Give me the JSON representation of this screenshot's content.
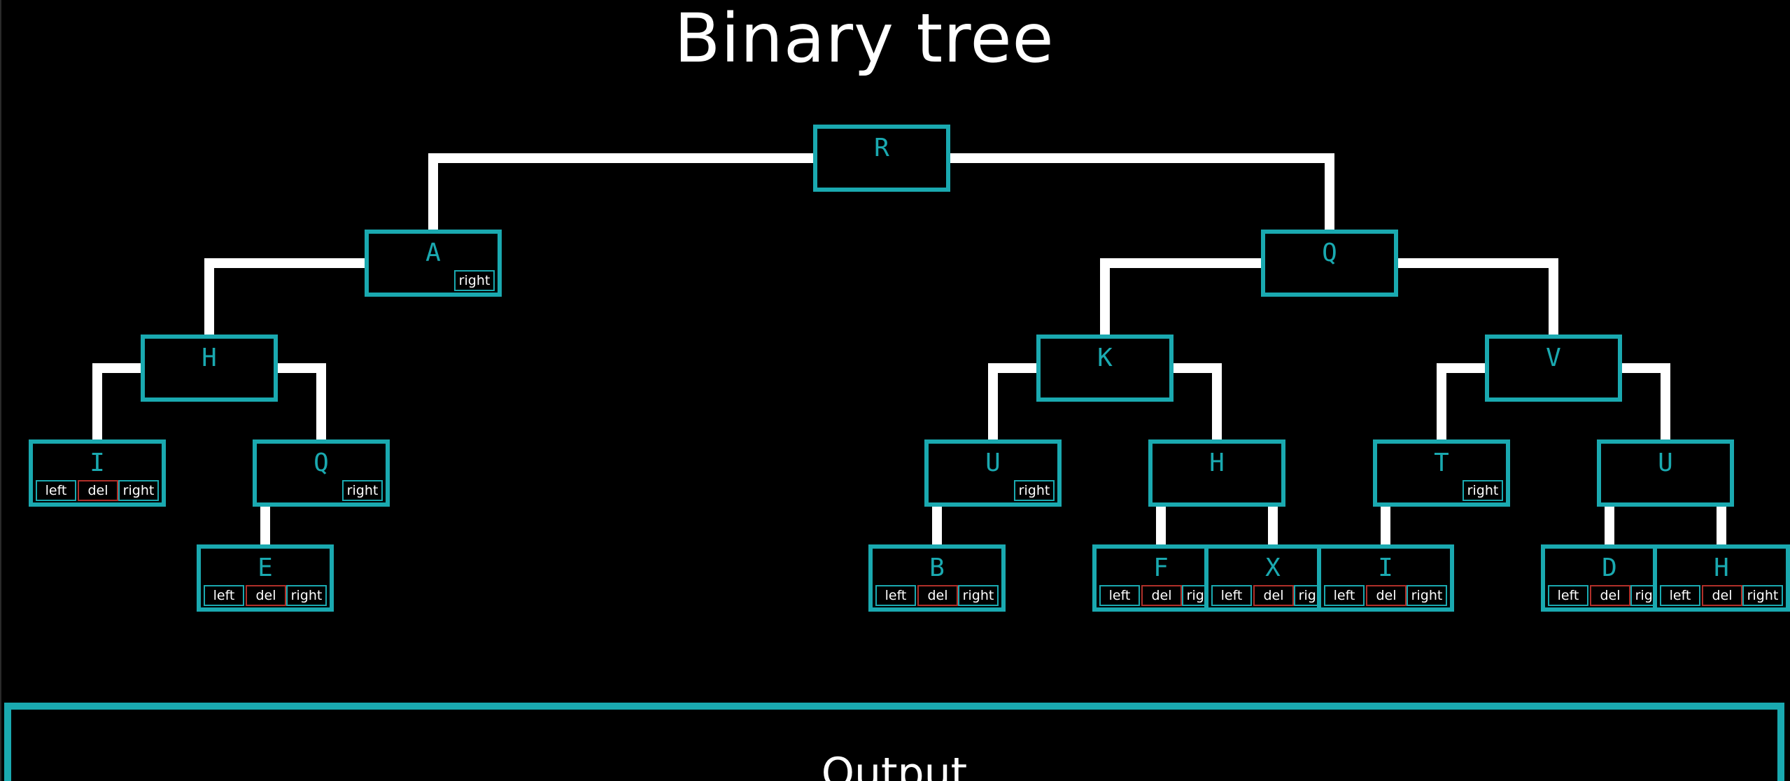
{
  "title": "Binary tree",
  "output": {
    "title": "Output"
  },
  "button_labels": {
    "left": "left",
    "del": "del",
    "right": "right"
  },
  "colors": {
    "node_border": "#1aa9b0",
    "edge": "#ffffff",
    "del_border": "#b0302a",
    "background": "#000000"
  },
  "nodes": [
    {
      "id": "n1",
      "label": "R",
      "buttons": []
    },
    {
      "id": "n2",
      "label": "A",
      "buttons": [
        "right"
      ]
    },
    {
      "id": "n3",
      "label": "Q",
      "buttons": []
    },
    {
      "id": "n4",
      "label": "H",
      "buttons": []
    },
    {
      "id": "n5",
      "label": "K",
      "buttons": []
    },
    {
      "id": "n6",
      "label": "V",
      "buttons": []
    },
    {
      "id": "n7",
      "label": "I",
      "buttons": [
        "left",
        "del",
        "right"
      ]
    },
    {
      "id": "n8",
      "label": "Q",
      "buttons": [
        "right"
      ]
    },
    {
      "id": "n9",
      "label": "U",
      "buttons": [
        "right"
      ]
    },
    {
      "id": "n10",
      "label": "H",
      "buttons": []
    },
    {
      "id": "n11",
      "label": "T",
      "buttons": [
        "right"
      ]
    },
    {
      "id": "n12",
      "label": "U",
      "buttons": []
    },
    {
      "id": "n13",
      "label": "E",
      "buttons": [
        "left",
        "del",
        "right"
      ]
    },
    {
      "id": "n14",
      "label": "B",
      "buttons": [
        "left",
        "del",
        "right"
      ]
    },
    {
      "id": "n15",
      "label": "F",
      "buttons": [
        "left",
        "del",
        "right"
      ]
    },
    {
      "id": "n16",
      "label": "X",
      "buttons": [
        "left",
        "del",
        "right"
      ]
    },
    {
      "id": "n17",
      "label": "I",
      "buttons": [
        "left",
        "del",
        "right"
      ]
    },
    {
      "id": "n18",
      "label": "D",
      "buttons": [
        "left",
        "del",
        "right"
      ]
    },
    {
      "id": "n19",
      "label": "H",
      "buttons": [
        "left",
        "del",
        "right"
      ]
    }
  ],
  "edges": [
    [
      "n1",
      "n2"
    ],
    [
      "n1",
      "n3"
    ],
    [
      "n2",
      "n4"
    ],
    [
      "n3",
      "n5"
    ],
    [
      "n3",
      "n6"
    ],
    [
      "n4",
      "n7"
    ],
    [
      "n4",
      "n8"
    ],
    [
      "n5",
      "n9"
    ],
    [
      "n5",
      "n10"
    ],
    [
      "n6",
      "n11"
    ],
    [
      "n6",
      "n12"
    ],
    [
      "n8",
      "n13"
    ],
    [
      "n9",
      "n14"
    ],
    [
      "n10",
      "n15"
    ],
    [
      "n10",
      "n16"
    ],
    [
      "n11",
      "n17"
    ],
    [
      "n12",
      "n18"
    ],
    [
      "n12",
      "n19"
    ]
  ]
}
